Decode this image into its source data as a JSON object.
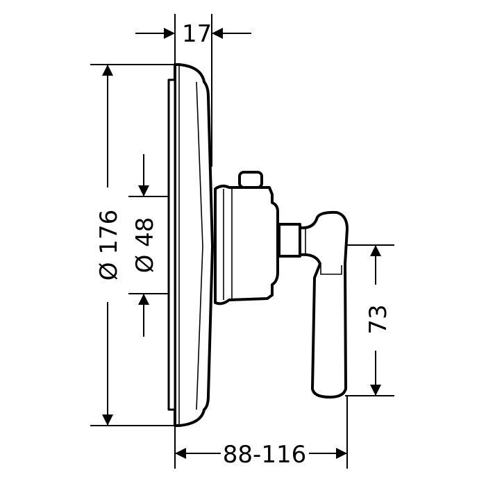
{
  "dimensions": {
    "depth": "17",
    "plate_diameter": "Ø 176",
    "inner_diameter": "Ø 48",
    "lever_length": "73",
    "projection": "88-116"
  },
  "colors": {
    "line": "#000000",
    "background": "#ffffff"
  }
}
